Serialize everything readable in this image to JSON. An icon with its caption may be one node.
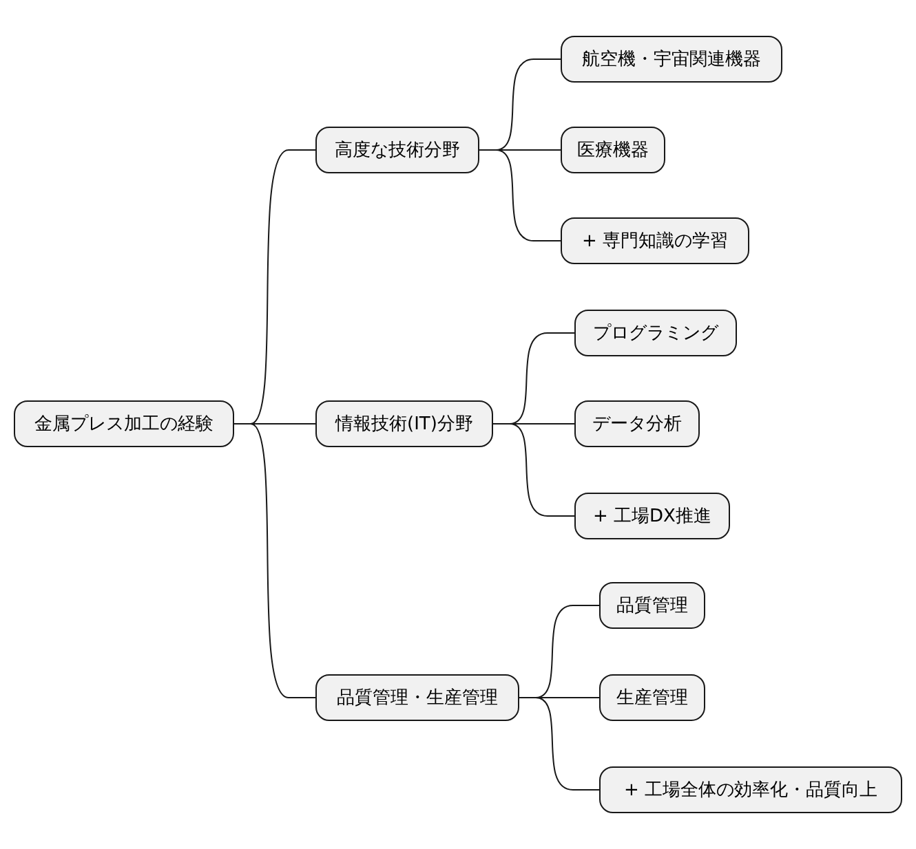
{
  "diagram": {
    "nodes": [
      {
        "text": [
          "金属プレス加工の経験"
        ]
      },
      {
        "text": [
          "高度な技術分野"
        ]
      },
      {
        "text": [
          "航空機・宇宙関連機器"
        ]
      },
      {
        "text": [
          "医療機器"
        ]
      },
      {
        "text": [
          "+ 専門知識の学習"
        ]
      },
      {
        "text": [
          "情報技術(IT)分野"
        ]
      },
      {
        "text": [
          "プログラミング"
        ]
      },
      {
        "text": [
          "データ分析"
        ]
      },
      {
        "text": [
          "+ 工場DX推進"
        ]
      },
      {
        "text": [
          "品質管理・生産管理"
        ]
      },
      {
        "text": [
          "品質管理"
        ]
      },
      {
        "text": [
          "生産管理"
        ]
      },
      {
        "text": [
          "+ 工場全体の効率化・品質向上"
        ]
      }
    ],
    "edges": [
      {
        "from": 0,
        "to": 1,
        "arrow": "none"
      },
      {
        "from": 1,
        "to": 2,
        "arrow": "none"
      },
      {
        "from": 1,
        "to": 3,
        "arrow": "none"
      },
      {
        "from": 1,
        "to": 4,
        "arrow": "none"
      },
      {
        "from": 0,
        "to": 5,
        "arrow": "none"
      },
      {
        "from": 5,
        "to": 6,
        "arrow": "none"
      },
      {
        "from": 5,
        "to": 7,
        "arrow": "none"
      },
      {
        "from": 5,
        "to": 8,
        "arrow": "none"
      },
      {
        "from": 0,
        "to": 9,
        "arrow": "none"
      },
      {
        "from": 9,
        "to": 10,
        "arrow": "none"
      },
      {
        "from": 9,
        "to": 11,
        "arrow": "none"
      },
      {
        "from": 9,
        "to": 12,
        "arrow": "none"
      }
    ]
  }
}
